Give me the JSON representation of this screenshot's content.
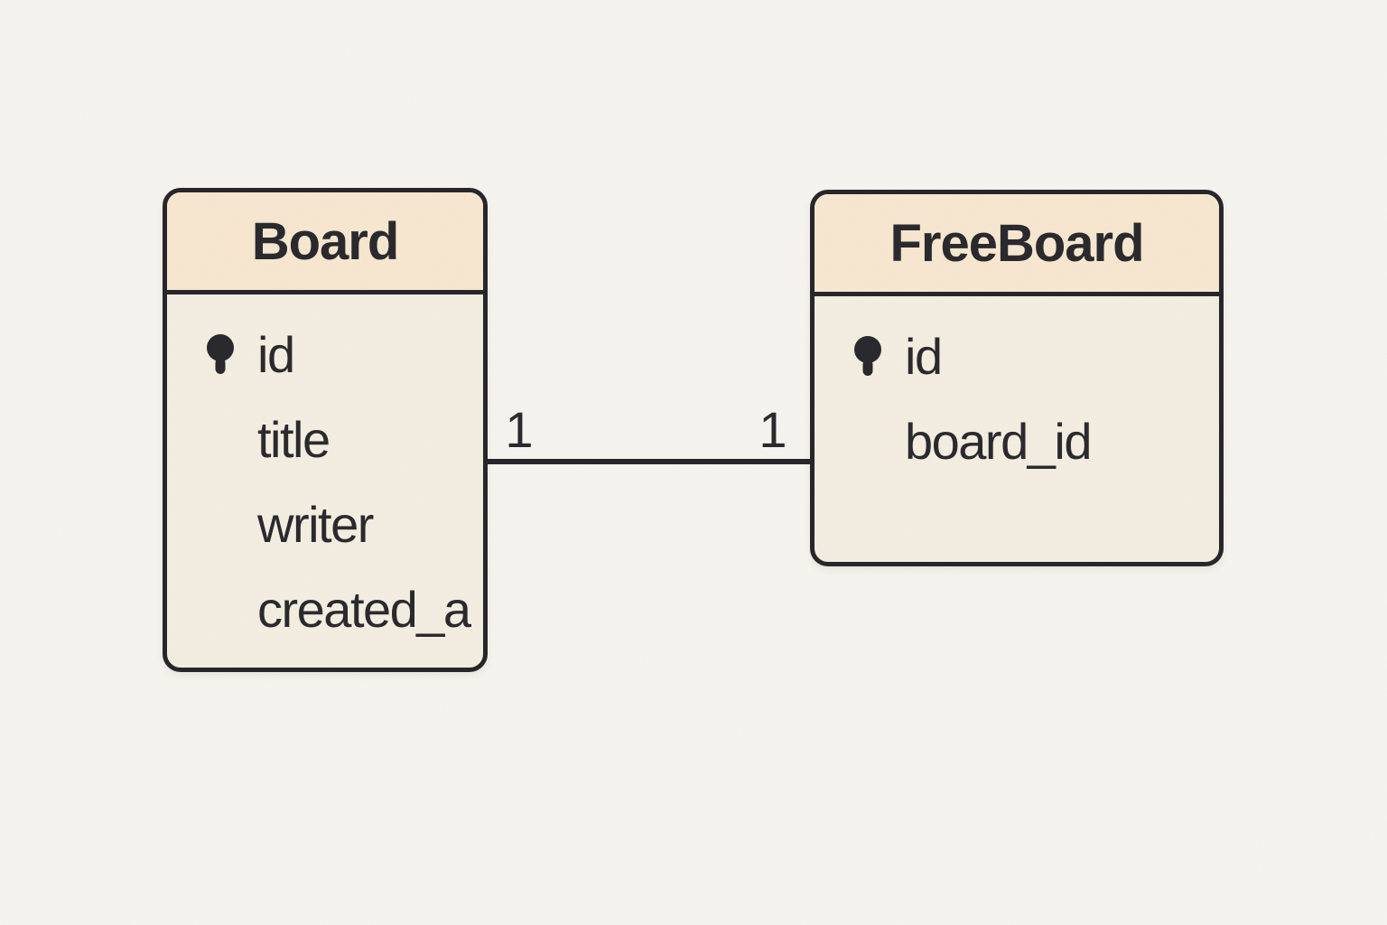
{
  "colors": {
    "canvas_bg": "#f6f4ee",
    "entity_header_fill": "#f7e7d0",
    "entity_body_fill": "#f4eee1",
    "stroke": "#27272b",
    "text": "#2a2a2e"
  },
  "icons": {
    "primary_key": "key-icon"
  },
  "diagram": {
    "type": "entity-relationship",
    "entities": [
      {
        "name": "Board",
        "fields": [
          {
            "name": "id",
            "primary_key": true
          },
          {
            "name": "title",
            "primary_key": false
          },
          {
            "name": "writer",
            "primary_key": false
          },
          {
            "name": "created_a",
            "primary_key": false
          }
        ]
      },
      {
        "name": "FreeBoard",
        "fields": [
          {
            "name": "id",
            "primary_key": true
          },
          {
            "name": "board_id",
            "primary_key": false
          }
        ]
      }
    ],
    "relationship": {
      "from_entity": "Board",
      "to_entity": "FreeBoard",
      "from_cardinality": "1",
      "to_cardinality": "1"
    }
  }
}
